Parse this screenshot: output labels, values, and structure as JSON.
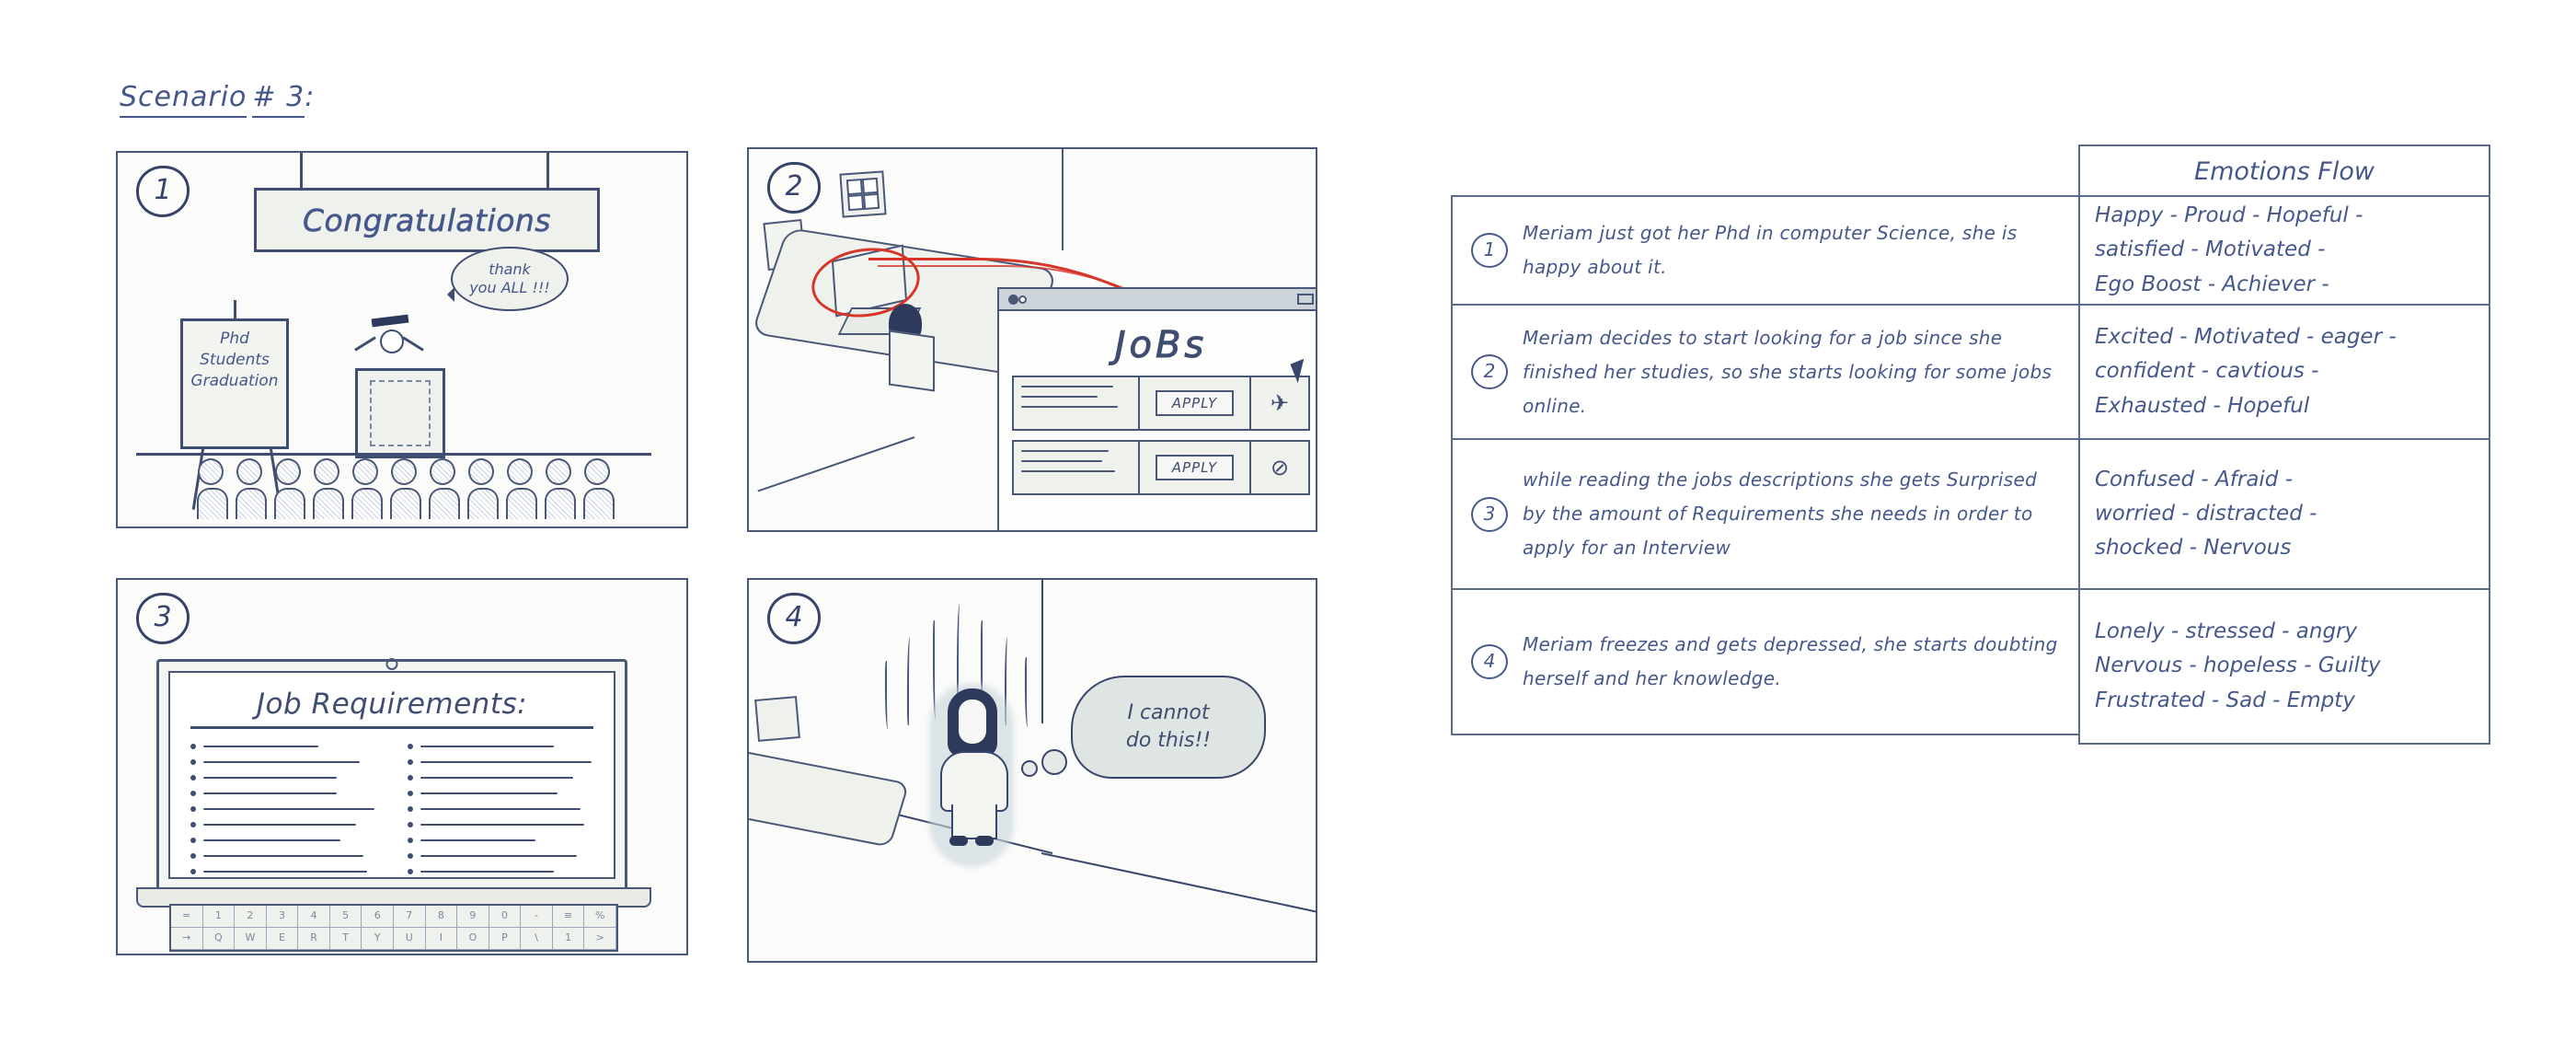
{
  "title": {
    "word": "Scenario",
    "hash_number": "# 3",
    "colon": ":"
  },
  "panels": [
    {
      "number": "1",
      "name": "graduation-ceremony",
      "banner_text": "Congratulations",
      "easel_lines": [
        "Phd",
        "Students",
        "Graduation"
      ],
      "speech_bubble": [
        "thank",
        "you ALL !!!"
      ],
      "audience_count": 11
    },
    {
      "number": "2",
      "name": "job-search-desk",
      "screen_title": "JoBs",
      "job_rows": [
        {
          "apply_label": "APPLY",
          "icon": "paper-plane-icon"
        },
        {
          "apply_label": "APPLY",
          "icon": "circle-slash-icon"
        }
      ],
      "cursor": "arrow-cursor-icon",
      "highlight_color": "#d8352a"
    },
    {
      "number": "3",
      "name": "job-requirements-laptop",
      "screen_title": "Job Requirements:",
      "left_bullets": 9,
      "right_bullets": 9,
      "keyboard_row_1": [
        "=",
        "1",
        "2",
        "3",
        "4",
        "5",
        "6",
        "7",
        "8",
        "9",
        "0",
        "-",
        "≡",
        "%"
      ],
      "keyboard_row_2": [
        "→",
        "Q",
        "W",
        "E",
        "R",
        "T",
        "Y",
        "U",
        "I",
        "O",
        "P",
        "\\",
        "1",
        ">"
      ]
    },
    {
      "number": "4",
      "name": "overwhelmed-character",
      "thought_bubble": [
        "I cannot",
        "do this!!"
      ]
    }
  ],
  "table": {
    "header": "Emotions Flow",
    "rows": [
      {
        "number": "1",
        "description": "Meriam just got her Phd in computer Science, she is happy about it.",
        "emotion_lines": [
          "Happy - Proud - Hopeful -",
          "satisfied - Motivated -",
          "Ego Boost - Achiever -"
        ]
      },
      {
        "number": "2",
        "description": "Meriam decides to start looking for a job since she finished her studies, so she starts looking for some jobs online.",
        "emotion_lines": [
          "Excited - Motivated - eager -",
          "confident - cavtious -",
          "Exhausted - Hopeful"
        ]
      },
      {
        "number": "3",
        "description": "while reading the jobs descriptions she gets Surprised by the amount of Requirements she needs in order to apply for an Interview",
        "emotion_lines": [
          "Confused - Afraid -",
          "worried - distracted -",
          "shocked - Nervous"
        ]
      },
      {
        "number": "4",
        "description": "Meriam freezes and gets depressed, she starts doubting herself and her knowledge.",
        "emotion_lines": [
          "Lonely - stressed - angry",
          "Nervous - hopeless - Guilty",
          "Frustrated - Sad - Empty"
        ]
      }
    ]
  },
  "colors": {
    "ink": "#3d4a6b",
    "ink_text": "#46588b",
    "border": "#5a6a8c",
    "highlight_red": "#d8352a",
    "fill": "#eef1ec"
  }
}
